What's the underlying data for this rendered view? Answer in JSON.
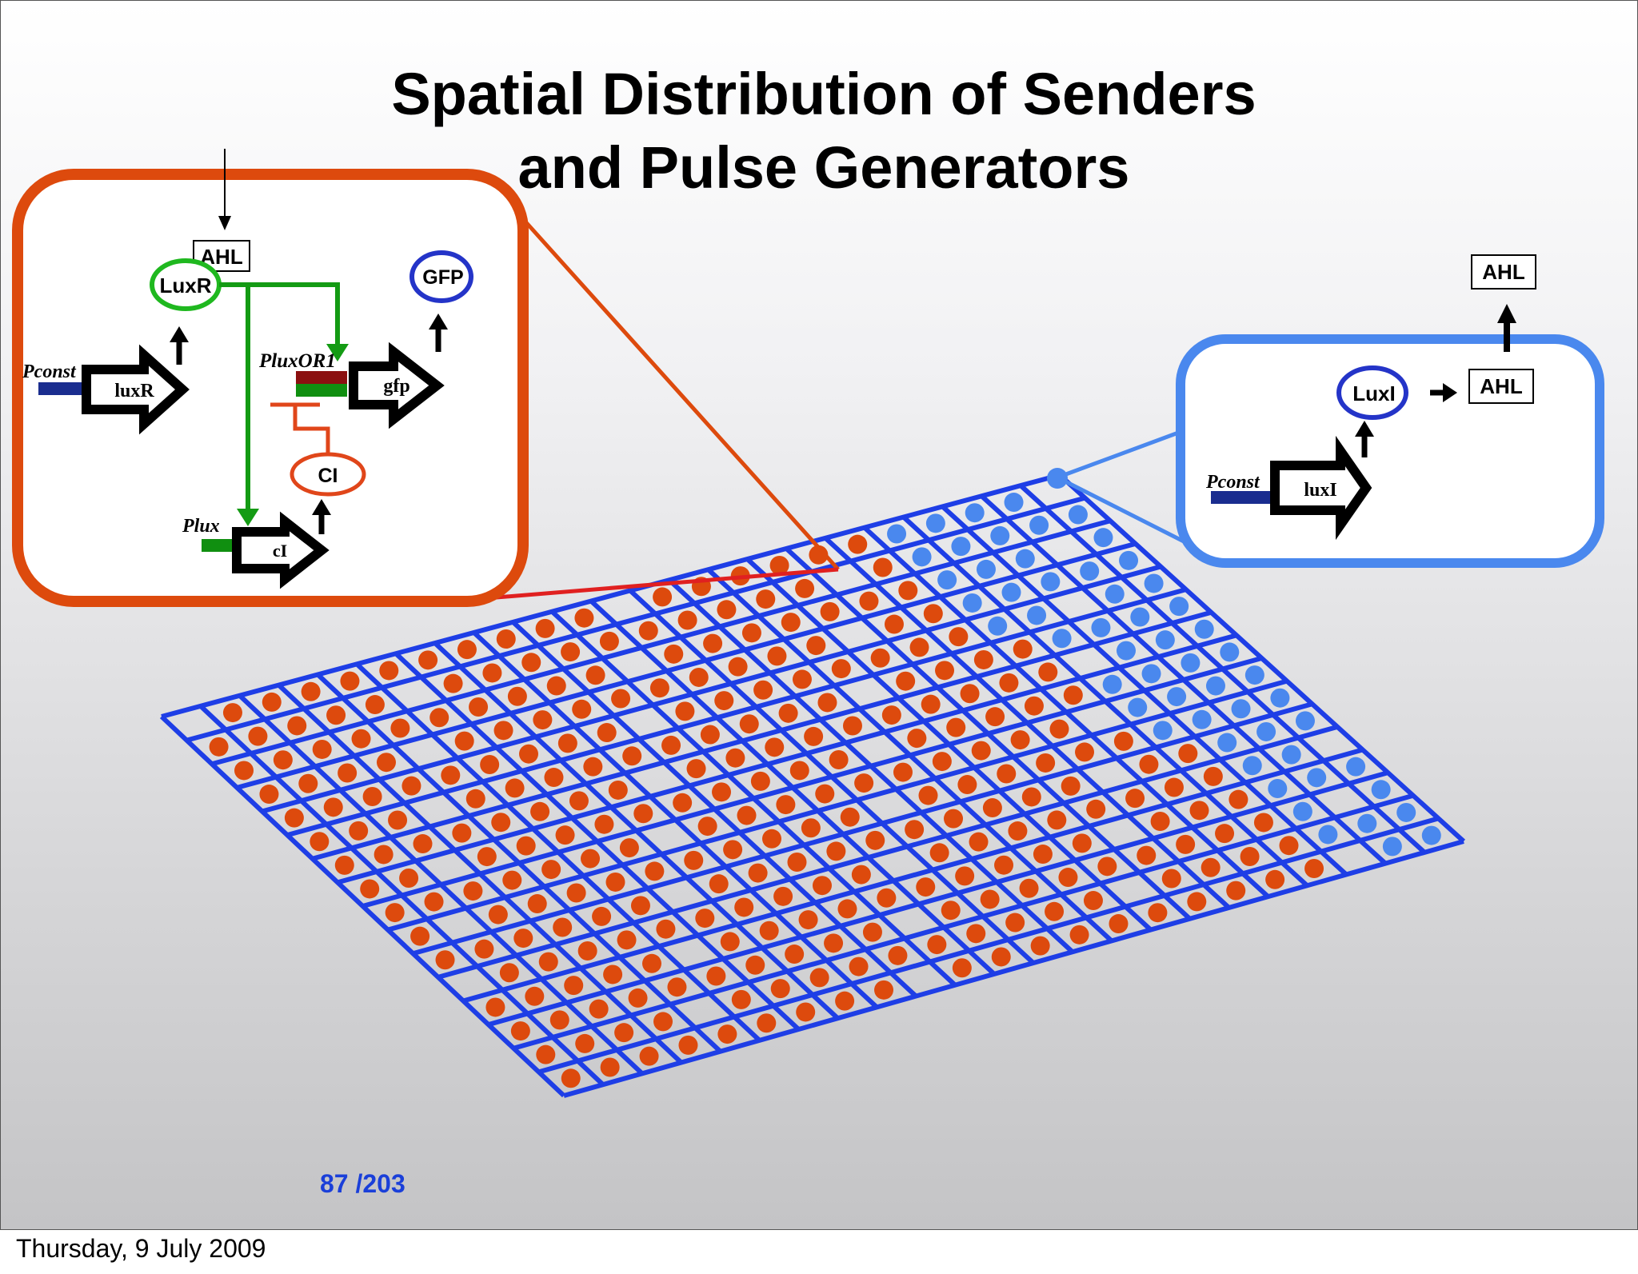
{
  "slide": {
    "title_line1": "Spatial Distribution of Senders",
    "title_line2": "and Pulse Generators",
    "page_number": "87",
    "page_total": "/203",
    "footer_date": "Thursday, 9 July 2009"
  },
  "pulse_generator_circuit": {
    "input_label": "AHL",
    "luxr_protein": "LuxR",
    "gfp_protein": "GFP",
    "pconst_promoter": "Pconst",
    "luxr_gene": "luxR",
    "pluxor1_promoter": "PluxOR1",
    "gfp_gene": "gfp",
    "ci_protein": "CI",
    "plux_promoter": "Plux",
    "ci_gene": "cI"
  },
  "sender_circuit": {
    "ahl_exported": "AHL",
    "ahl_produced": "AHL",
    "luxi_protein": "LuxI",
    "pconst_promoter": "Pconst",
    "luxi_gene": "luxI"
  },
  "grid": {
    "rows": 16,
    "cols": 23,
    "sender_rule": "blue cells at the right side of the grid are senders, orange cells are pulse generators"
  },
  "colors": {
    "pulse_generator": "#dd4a0d",
    "sender": "#4a88ee",
    "grid_lines": "#1e3ee6",
    "luxr_green": "#149b14",
    "gfp_blue": "#2434c8",
    "ci_red": "#e0461a",
    "promoter_navy": "#1a2d8f"
  }
}
